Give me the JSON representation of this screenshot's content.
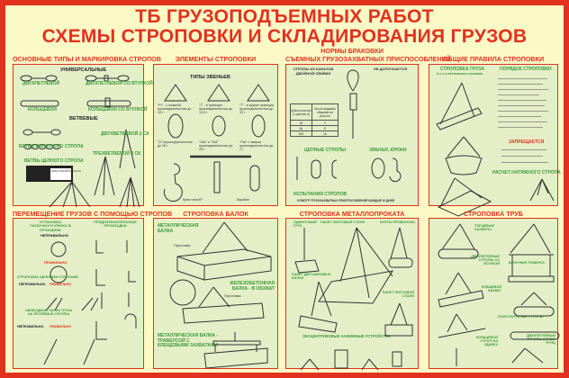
{
  "title": {
    "line1": "ТБ ГРУЗОПОДЪЕМНЫХ РАБОТ",
    "line2": "СХЕМЫ СТРОПОВКИ И СКЛАДИРОВАНИЯ ГРУЗОВ"
  },
  "sections": {
    "types": {
      "title": "ОСНОВНЫЕ ТИПЫ И МАРКИРОВКА СТРОПОВ",
      "universal": "УНИВЕРСАЛЬНЫЕ",
      "two_loop": "ДВУХПЕТЛЕВОЙ",
      "two_loop_sleeve": "ДВУХПЕТЛЕВОЙ СО ВТУЛКОЙ",
      "ring": "КОЛЬЦЕВОЙ",
      "ring_sleeve": "КОЛЬЦЕВОЙ СО ВТУЛКОЙ",
      "branch": "ВЕТВЕВЫЕ",
      "two_branch": "ДВУХВЕТВЕВОЙ 2 СК",
      "three_branch": "ТРЕХВЕТВЕВОЙ 3 СК",
      "rope_branch": "ВЕТВЬ КАНАТНОГО СТРОПА",
      "chain_branch": "ВЕТВЬ ЦЕПНОГО СТРОПА",
      "tag": "БИРКА МАРКИРОВОЧНАЯ"
    },
    "elements": {
      "title": "ЭЛЕМЕНТЫ СТРОПОВКИ",
      "links": "ТИПЫ ЗВЕНЬЕВ",
      "c1": "\"Рт\" - с плавной грузоподъемностью до 15 т",
      "c2": "\"Т\" - в трапеции грузоподъемностью до 12,5 т",
      "c3": "\"Т\" - в форме трапеции грузоподъемностью до 32 т",
      "c4": "\"О\" грузоподъемностью до 25 т",
      "c5": "\"Ов1\" и \"Ов2\" грузоподъемностью до 20 т",
      "c6": "\"Рзв\" с замком грузоподъемностью до 2 т",
      "hook": "Крюк типа КР",
      "carabiner": "Карабин"
    },
    "reject": {
      "title_top": "НОРМЫ БРАКОВКИ",
      "title": "СЪЕМНЫХ ГРУЗОЗАХВАТНЫХ ПРИСПОСОБЛЕНИЙ",
      "ropes": "СТРОПЫ ИЗ КАНАТОВ ДВОЙНОЙ СВИВКИ",
      "not_allowed": "НЕ ДОПУСКАЕТСЯ",
      "table_head": [
        "Длина участка (l, кратная d)",
        "Число видимых обрывов на участке"
      ],
      "table_rows": [
        [
          "3d",
          "4"
        ],
        [
          "6d",
          "6"
        ],
        [
          "30d",
          "16"
        ]
      ],
      "chain": "ЦЕПНЫЕ СТРОПЫ",
      "links_hooks": "ЗВЕНЬЯ, КРЮКИ",
      "tests": "ИСПЫТАНИЯ СТРОПОВ",
      "note": "ОСМОТР ГРУЗОЗАХВАТНЫХ ПРИСПОСОБЛЕНИЙ КАЖДЫЕ 10 ДНЕЙ"
    },
    "rules": {
      "title": "ОБЩИЕ ПРАВИЛА СТРОПОВКИ",
      "slinging": "СТРОПОВКА ГРУЗА",
      "slinging_sub": "3-х и 4-ветвевыми стропами",
      "order": "ПОРЯДОК СТРОПОВКИ",
      "forbidden": "ЗАПРЕЩАЕТСЯ",
      "calc": "РАСЧЕТ НАТЯЖНОГО СТРОПА"
    },
    "moving": {
      "title": "ПЕРЕМЕЩЕНИЕ ГРУЗОВ С ПОМОЩЬЮ СТРОПОВ",
      "hook_install": "УСТАНОВКА ЧАЛОЧНОГО КРЮКА В ПРОУШИНЕ",
      "wrong": "НЕПРАВИЛЬНО",
      "right": "ПРАВИЛЬНО",
      "protective": "ПРЕДОХРАНИТЕЛЬНЫЕ ПРОКЛАДКИ",
      "chain_sling": "СТРОПОВКА ЦЕПНЫМИ СТРОПАМИ",
      "loop_sling": "СВОБОДНАЯ ЧАЛКА ГРУЗА НА ПЕТЛЕВЫЕ СТРОПЫ",
      "wrong2": "НЕПРАВИЛЬНО",
      "right2": "ПРАВИЛЬНО",
      "wrong3": "НЕПРАВИЛЬНО",
      "right3": "ПРАВИЛЬНО"
    },
    "beams": {
      "title": "СТРОПОВКА БАЛОК",
      "metal": "МЕТАЛЛИЧЕСКАЯ БАЛКА",
      "concrete": "ЖЕЛЕЗОБЕТОННАЯ БАЛКА - В ОБХВАТ",
      "traverse": "МЕТАЛЛИЧЕСКАЯ БАЛКА - ТРАВЕРСОЙ С КЛЕЩЕВЫМИ ЗАХВАТАМИ",
      "spacer": "Проставка",
      "spacer2": "Проставка"
    },
    "rolled": {
      "title": "СТРОПОВКА МЕТАЛЛОПРОКАТА",
      "single": "ОДИНОЧНЫЙ ГРУЗ",
      "sheet_pack": "ПАКЕТ ЛИСТОВОЙ СТАЛИ",
      "wire": "БУХТЫ ПРОВОЛОКИ",
      "ibeam_pack": "ПАКЕТ ДВУТАВРОВЫХ БАЛОК",
      "sheet_pack2": "ПАКЕТ ЛИСТОВОЙ СТАЛИ",
      "eccentric": "ЭКСЦЕНТРИКОВЫЕ ЗАЖИМНЫЕ УСТРОЙСТВА"
    },
    "pipes": {
      "title": "СТРОПОВКА ТРУБ",
      "end_grips": "ТОРЦЕВЫЕ ЗАХВАТЫ",
      "two_loop": "ДВУХПЕТЛЕВЫЕ СТРОПЫ СО ВТУЛКОЙ",
      "beam_traverse": "БАЛОЧНАЯ ТРАВЕРСА",
      "ring_grip": "КЛЕЩЕВОЙ ЗАХВАТ",
      "towel": "ПОЛОТЕНЧАТЫЕ СТРОПЫ",
      "ring_choke": "КОЛЬЦЕВОЙ СТРОП НА УДАВКУ",
      "pack": "ДВУХПЕТЛЕВЫЕ СТРОПЫ (ПАКЕТ ТРУБ)"
    }
  },
  "colors": {
    "red": "#e2311f",
    "green": "#3c9a3c",
    "panel": "#e4eec7",
    "bg": "#fbf9c6"
  }
}
